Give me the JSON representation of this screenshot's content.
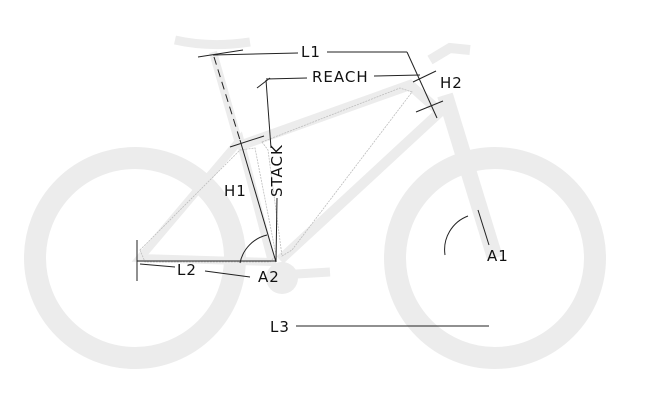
{
  "labels": {
    "l1": "L1",
    "reach": "REACH",
    "h2": "H2",
    "h1": "H1",
    "stack": "STACK",
    "a1": "A1",
    "l2": "L2",
    "a2": "A2",
    "l3": "L3"
  },
  "colors": {
    "silhouette": "#ececec",
    "dimension": "#222222",
    "frame": "#bdbdbd"
  }
}
